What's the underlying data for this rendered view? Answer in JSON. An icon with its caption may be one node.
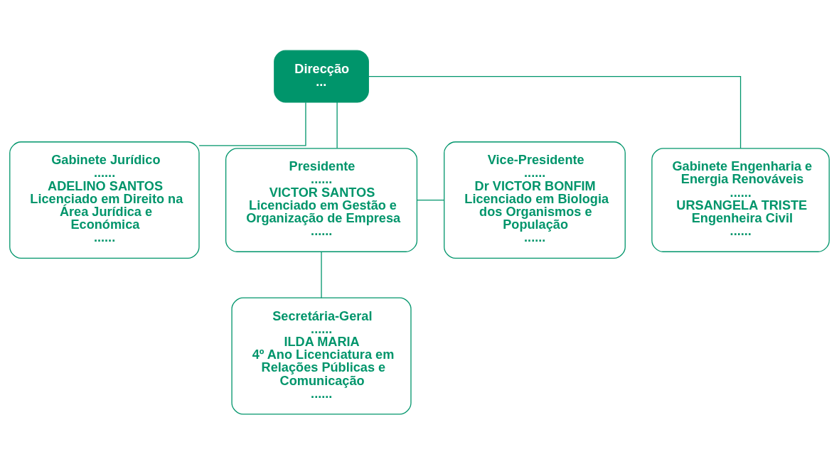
{
  "diagram": {
    "nodes": [
      {
        "text": [
          "Direcção",
          "..."
        ]
      },
      {
        "text": [
          "Gabinete Jurídico",
          "......",
          "ADELINO SANTOS",
          "Licenciado em Direito na Área Jurídica e Económica",
          "......"
        ]
      },
      {
        "text": [
          "Presidente",
          "......",
          "VICTOR SANTOS",
          "Licenciado em Gestão e Organização de Empresa",
          "......"
        ]
      },
      {
        "text": [
          "Vice-Presidente",
          "......",
          "Dr VICTOR BONFIM",
          "Licenciado em Biologia dos Organismos e População",
          "......"
        ]
      },
      {
        "text": [
          "Gabinete Engenharia e Energia Renováveis",
          "......",
          "URSANGELA TRISTE",
          "Engenheira Civil",
          "......"
        ]
      },
      {
        "text": [
          "Secretária-Geral",
          "......",
          "ILDA MARIA",
          "4º Ano Licenciatura em Relações Públicas e Comunicação",
          "......"
        ]
      }
    ],
    "edges": [
      {
        "from": 0,
        "to": 1,
        "arrow": "none"
      },
      {
        "from": 0,
        "to": 2,
        "arrow": "none"
      },
      {
        "from": 0,
        "to": 4,
        "arrow": "none"
      },
      {
        "from": 2,
        "to": 3,
        "arrow": "none"
      },
      {
        "from": 2,
        "to": 5,
        "arrow": "none"
      }
    ]
  }
}
